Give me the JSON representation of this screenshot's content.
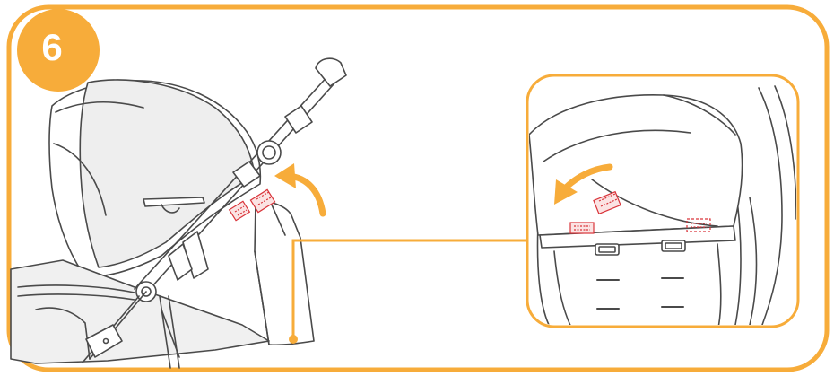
{
  "step": {
    "number": "6"
  },
  "colors": {
    "accent": "#f7ac3a",
    "line_art": "#4a4a4a",
    "tag_red": "#d9343a"
  },
  "icons": [
    "curved-arrow-icon",
    "velcro-tab-icon",
    "stroller-illustration",
    "seat-closeup-illustration"
  ]
}
